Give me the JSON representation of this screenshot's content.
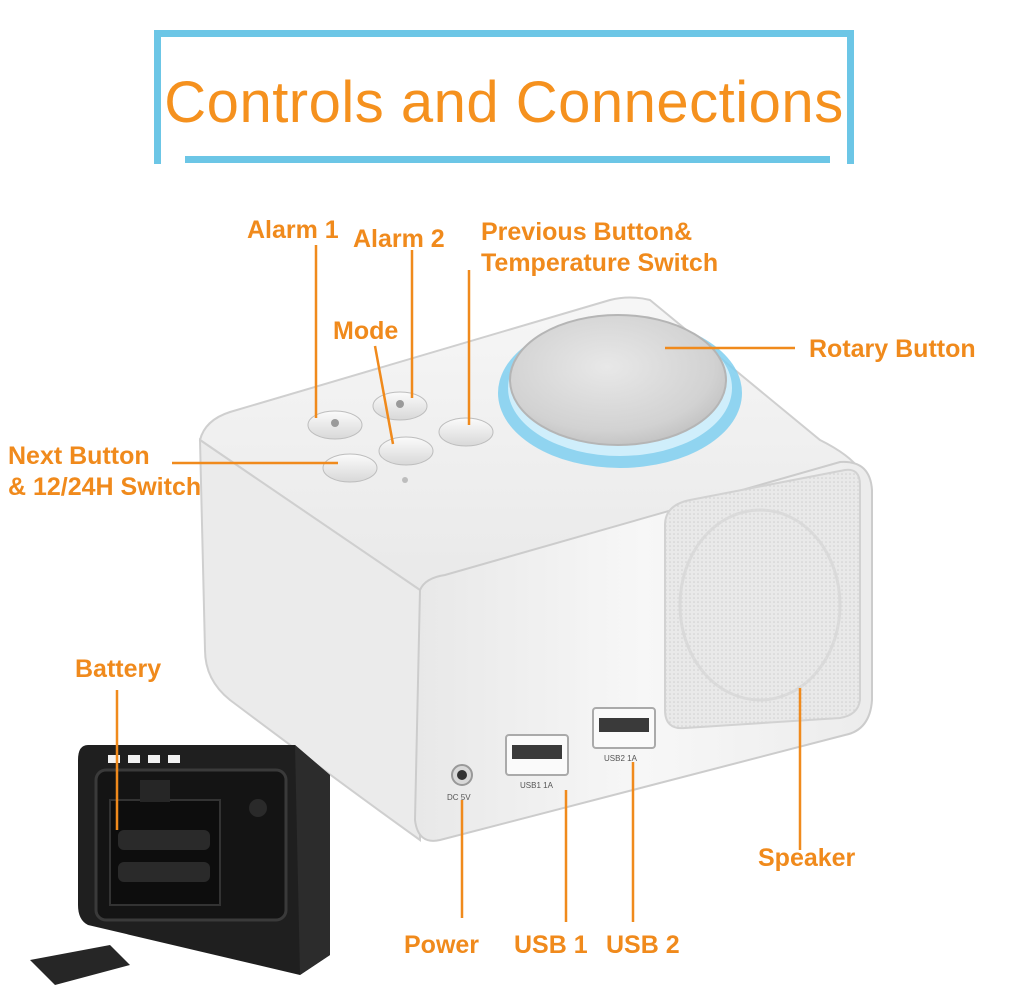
{
  "title": "Controls and Connections",
  "labels": {
    "alarm1": "Alarm 1",
    "alarm2": "Alarm 2",
    "previous_line1": "Previous Button&",
    "previous_line2": "Temperature Switch",
    "mode": "Mode",
    "rotary": "Rotary Button",
    "next_line1": "Next Button",
    "next_line2": "& 12/24H Switch",
    "battery": "Battery",
    "speaker": "Speaker",
    "power": "Power",
    "usb1": "USB 1",
    "usb2": "USB 2"
  },
  "device_print": {
    "usb1_port": "USB1 1A",
    "usb2_port": "USB2 1A",
    "dc_in": "DC 5V"
  },
  "colors": {
    "label": "#f08a1c",
    "title": "#f5911e",
    "frame": "#6cc6e6",
    "device_body": "#f2f2f2",
    "knob_ring": "#7fcff0",
    "battery_box": "#1f1f1f"
  }
}
